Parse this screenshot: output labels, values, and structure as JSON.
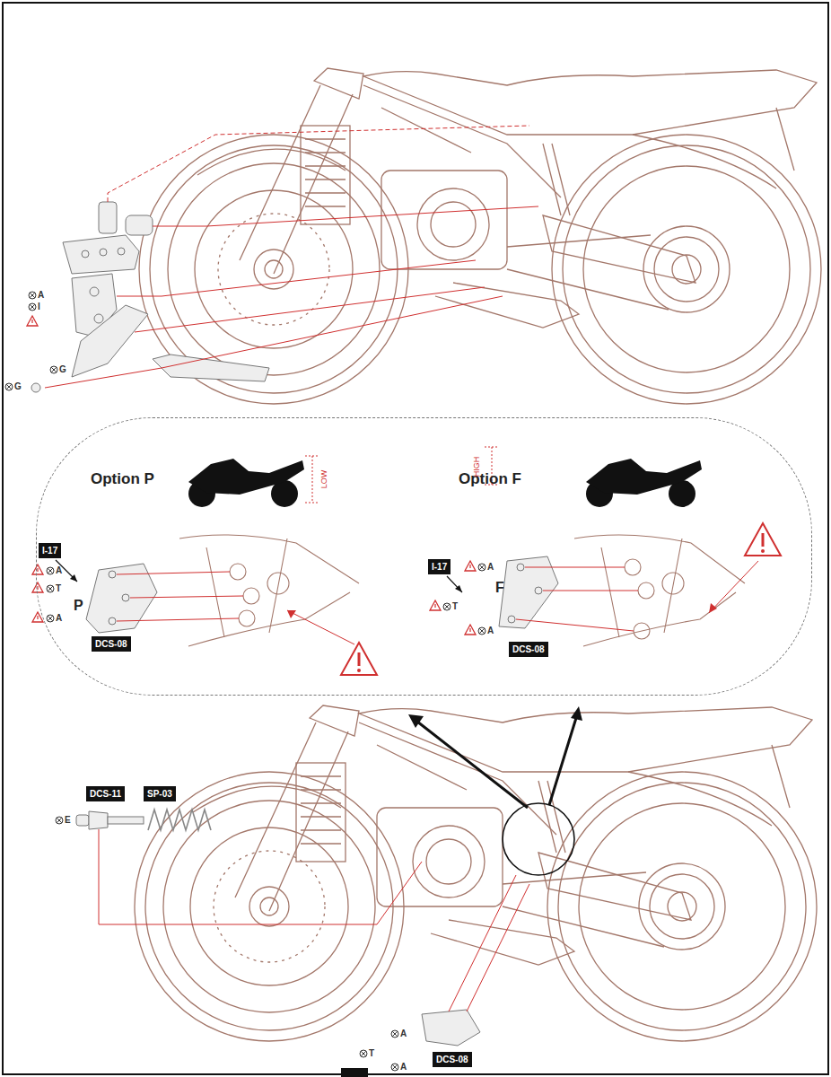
{
  "diagram": {
    "nodes": [
      {
        "text": [
          "Option P",
          "Option F"
        ]
      },
      {
        "text": [
          "I-17"
        ],
        "in": 0
      },
      {
        "text": [
          "DCS-08"
        ],
        "in": 0
      },
      {
        "text": [
          "I-17"
        ],
        "in": 0
      },
      {
        "text": [
          "DCS-08"
        ],
        "in": 0
      },
      {
        "text": [
          "DCS-11"
        ]
      },
      {
        "text": [
          "SP-03"
        ]
      },
      {
        "text": [
          "DCS-08"
        ]
      }
    ],
    "labels": [
      "A",
      "I",
      "G",
      "G",
      "LOW",
      "HIGH",
      "A",
      "T",
      "P",
      "A",
      "A",
      "F",
      "T",
      "A",
      "E",
      "A",
      "T",
      "A"
    ]
  }
}
